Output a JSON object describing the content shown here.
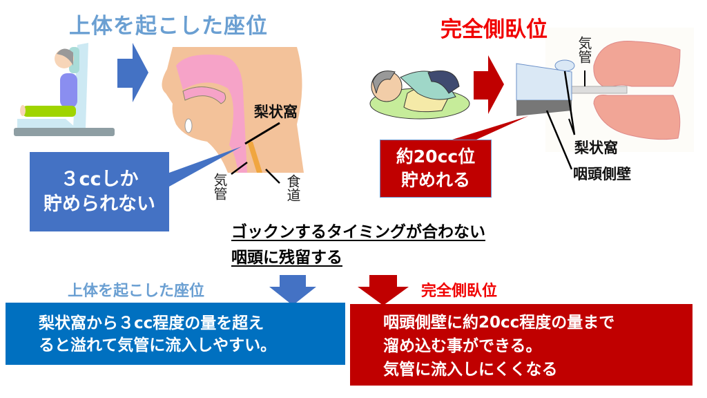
{
  "left": {
    "title": "上体を起こした座位",
    "callout": [
      "３ccしか",
      "貯められない"
    ],
    "labels": {
      "piriform": "梨状窩",
      "trachea": "気管",
      "esophagus": "食道"
    }
  },
  "right": {
    "title": "完全側臥位",
    "callout": [
      "約20cc位",
      "貯めれる"
    ],
    "labels": {
      "trachea": "気管",
      "piriform": "梨状窩",
      "pharyngeal_wall": "咽頭側壁"
    }
  },
  "middle": {
    "line1": "ゴックンするタイミングが合わない",
    "line2": "咽頭に残留する"
  },
  "bottom": {
    "left_label": "上体を起こした座位",
    "left_box": [
      "梨状窩から３cc程度の量を超え",
      "ると溢れて気管に流入しやすい。"
    ],
    "right_label": "完全側臥位",
    "right_box": [
      "咽頭側壁に約20cc程度の量まで",
      "溜め込む事ができる。",
      "気管に流入しにくくなる"
    ]
  },
  "colors": {
    "blue": "#4472c4",
    "dark_blue": "#0070c0",
    "red": "#c00000",
    "title_blue": "#6a9fd2",
    "title_red": "#f00000"
  }
}
